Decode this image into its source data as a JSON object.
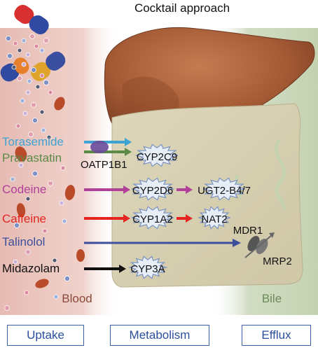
{
  "title": "Cocktail approach",
  "drugs": [
    {
      "name": "Torasemide",
      "color": "#3ea3d3"
    },
    {
      "name": "Pravastatin",
      "color": "#5a8a46"
    },
    {
      "name": "Codeine",
      "color": "#b0409a"
    },
    {
      "name": "Caffeine",
      "color": "#e52620"
    },
    {
      "name": "Talinolol",
      "color": "#3d4f9c"
    },
    {
      "name": "Midazolam",
      "color": "#111111"
    }
  ],
  "transporters": {
    "uptake": "OATP1B1",
    "efflux_1": "MDR1",
    "efflux_2": "MRP2"
  },
  "enzymes": [
    "CYP2C9",
    "CYP2D6",
    "UGT2-B4/7",
    "CYP1A2",
    "NAT2",
    "CYP3A"
  ],
  "compartments": {
    "blood": "Blood",
    "bile": "Bile"
  },
  "bottom_boxes": [
    "Uptake",
    "Metabolism",
    "Efflux"
  ],
  "colors": {
    "blood_region": "#d9a49a",
    "liver": "#a8643e",
    "liver_tissue": "#d8d1b4",
    "bile_region": "#c9d6b8",
    "box_border": "#3a5ea8",
    "box_text": "#2b4f9a"
  }
}
